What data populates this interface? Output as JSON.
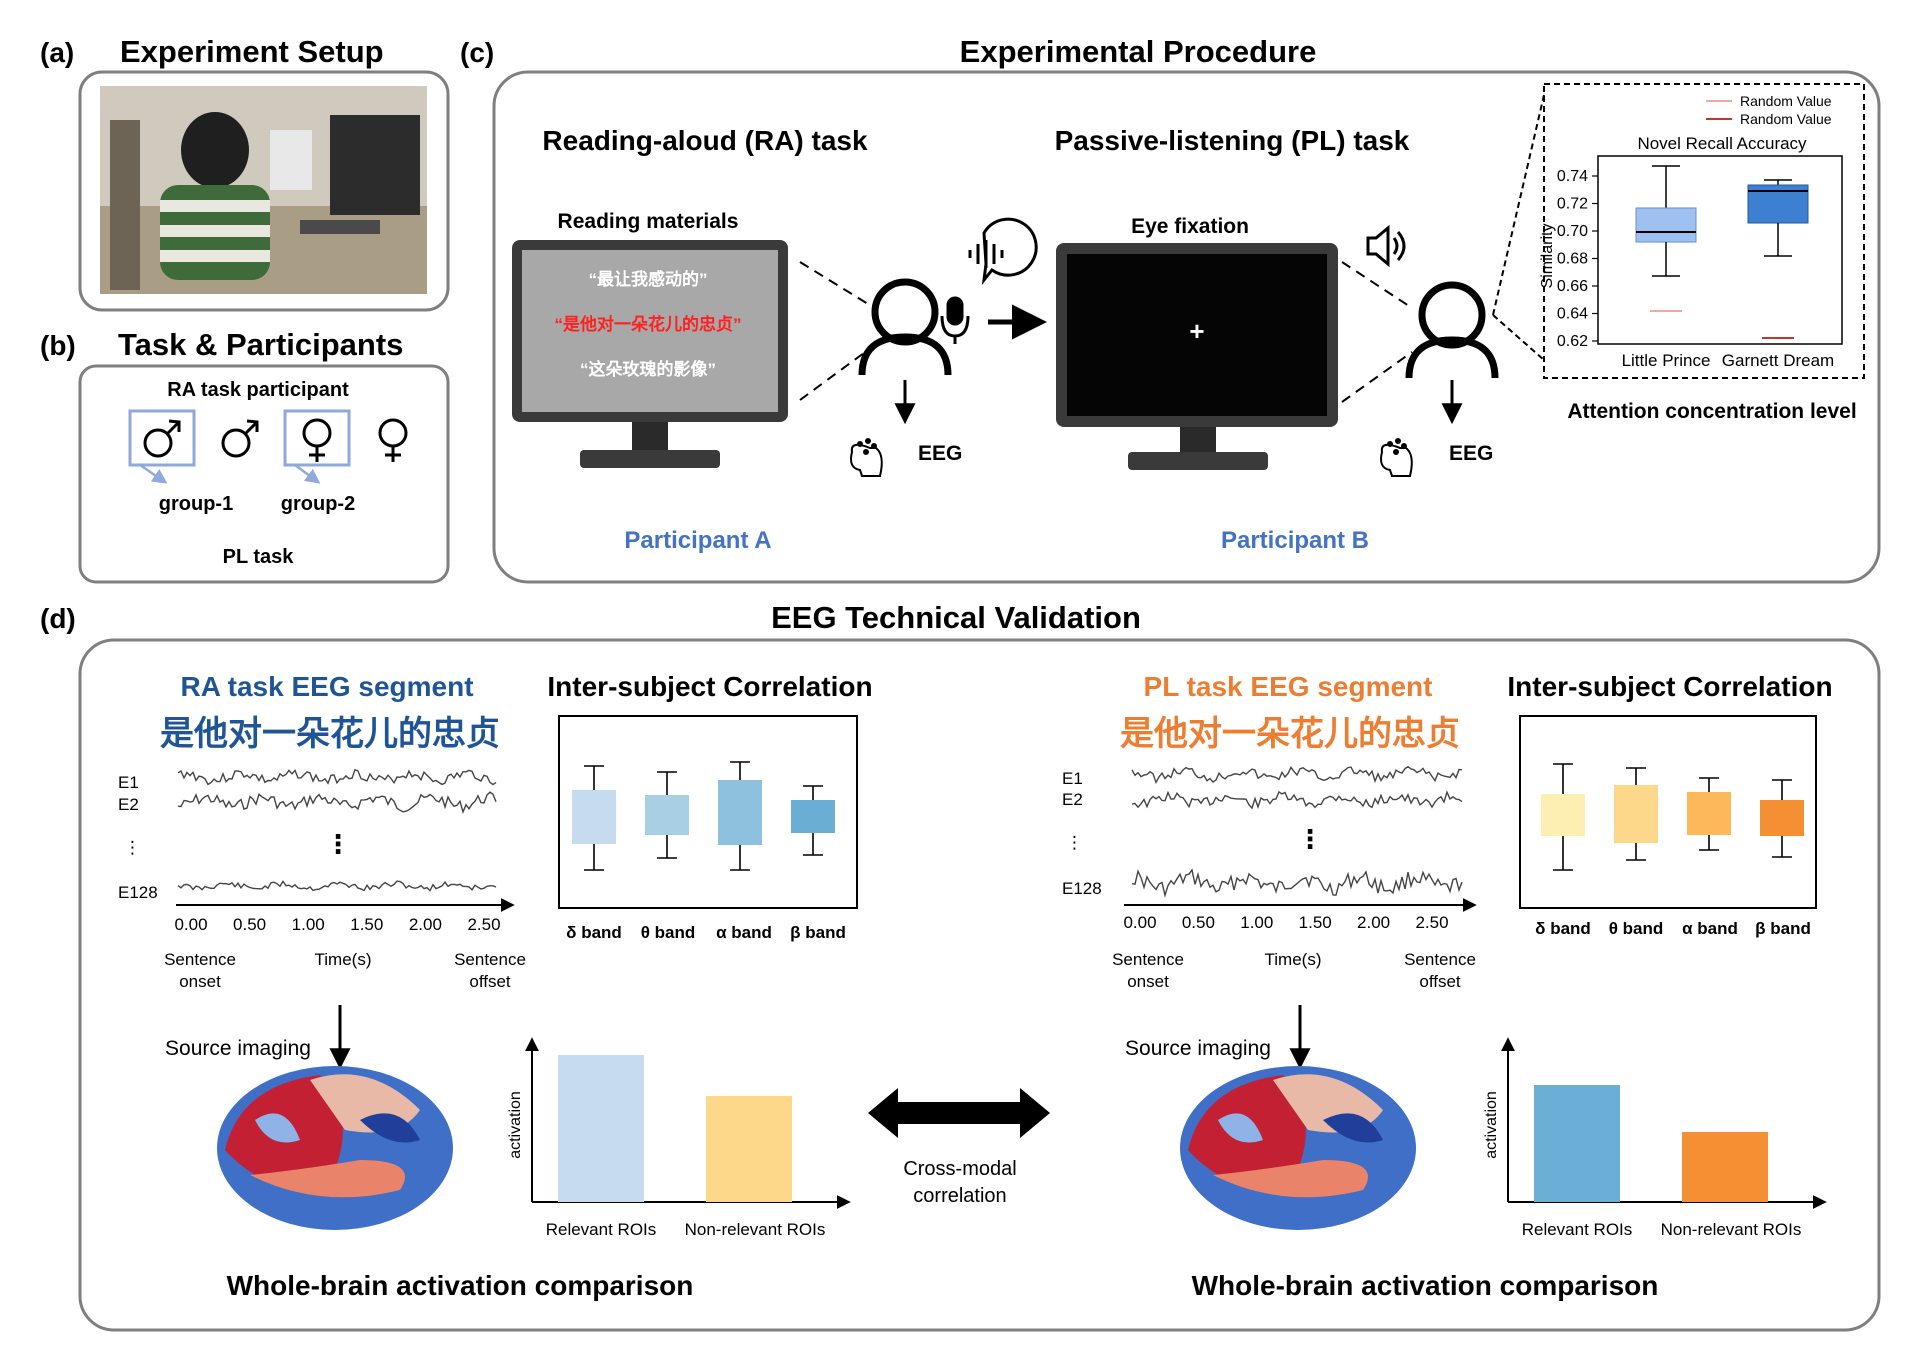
{
  "panel_a": {
    "letter": "(a)",
    "title": "Experiment Setup"
  },
  "panel_b": {
    "letter": "(b)",
    "title": "Task & Participants",
    "ra_label": "RA task participant",
    "group1": "group-1",
    "group2": "group-2",
    "pl_label": "PL task"
  },
  "panel_c": {
    "letter": "(c)",
    "title": "Experimental Procedure",
    "ra_task": "Reading-aloud (RA) task",
    "pl_task": "Passive-listening (PL) task",
    "reading_materials": "Reading materials",
    "lines": [
      "“最让我感动的”",
      "“是他对一朵花儿的忠贞”",
      "“这朵玫瑰的影像”"
    ],
    "eye_fixation": "Eye fixation",
    "fixation_cross": "+",
    "eeg_label": "EEG",
    "participant_a": "Participant A",
    "participant_b": "Participant B",
    "attention_label": "Attention concentration level",
    "inset": {
      "legend": [
        "Random Value",
        "Random Value"
      ],
      "title": "Novel Recall Accuracy",
      "ylabel": "Similarity",
      "yticks": [
        "0.74",
        "0.72",
        "0.70",
        "0.68",
        "0.66",
        "0.64",
        "0.62"
      ],
      "categories": [
        "Little Prince",
        "Garnett Dream"
      ]
    }
  },
  "panel_d": {
    "letter": "(d)",
    "title": "EEG Technical Validation",
    "left": {
      "seg_title": "RA task EEG segment",
      "sentence": "是他对一朵花儿的忠贞",
      "channels": [
        "E1",
        "E2",
        "⋮",
        "E128"
      ],
      "vdots": "⋮",
      "xticks": [
        "0.00",
        "0.50",
        "1.00",
        "1.50",
        "2.00",
        "2.50"
      ],
      "onset": [
        "Sentence",
        "onset"
      ],
      "offset": [
        "Sentence",
        "offset"
      ],
      "time_label": "Time(s)",
      "isc_title": "Inter-subject Correlation",
      "bands": [
        "δ band",
        "θ band",
        "α band",
        "β band"
      ],
      "source_imaging": "Source imaging",
      "activation_ylabel": "activation",
      "bar_labels": [
        "Relevant ROIs",
        "Non-relevant ROIs"
      ],
      "comparison": "Whole-brain activation comparison"
    },
    "right": {
      "seg_title": "PL task EEG segment",
      "sentence": "是他对一朵花儿的忠贞",
      "channels": [
        "E1",
        "E2",
        "⋮",
        "E128"
      ],
      "vdots": "⋮",
      "xticks": [
        "0.00",
        "0.50",
        "1.00",
        "1.50",
        "2.00",
        "2.50"
      ],
      "onset": [
        "Sentence",
        "onset"
      ],
      "offset": [
        "Sentence",
        "offset"
      ],
      "time_label": "Time(s)",
      "isc_title": "Inter-subject Correlation",
      "bands": [
        "δ band",
        "θ band",
        "α band",
        "β band"
      ],
      "source_imaging": "Source imaging",
      "activation_ylabel": "activation",
      "bar_labels": [
        "Relevant ROIs",
        "Non-relevant ROIs"
      ],
      "comparison": "Whole-brain activation comparison"
    },
    "cross_modal": [
      "Cross-modal",
      "correlation"
    ]
  },
  "colors": {
    "blue_label": "#4472c4",
    "ra_title": "#1f5597",
    "pl_title": "#ed7d31",
    "red_text": "#ff2020",
    "frame": "#7f7f7f",
    "ra_boxes": [
      "#c6dbef",
      "#a9cfe5",
      "#8ec1de",
      "#6aaed6"
    ],
    "pl_boxes": [
      "#fdefb2",
      "#fdd88a",
      "#fdb85a",
      "#f58f33"
    ],
    "ra_bars": [
      "#c6dbef",
      "#fdd88a"
    ],
    "pl_bars": [
      "#6baed6",
      "#f58f33"
    ]
  }
}
